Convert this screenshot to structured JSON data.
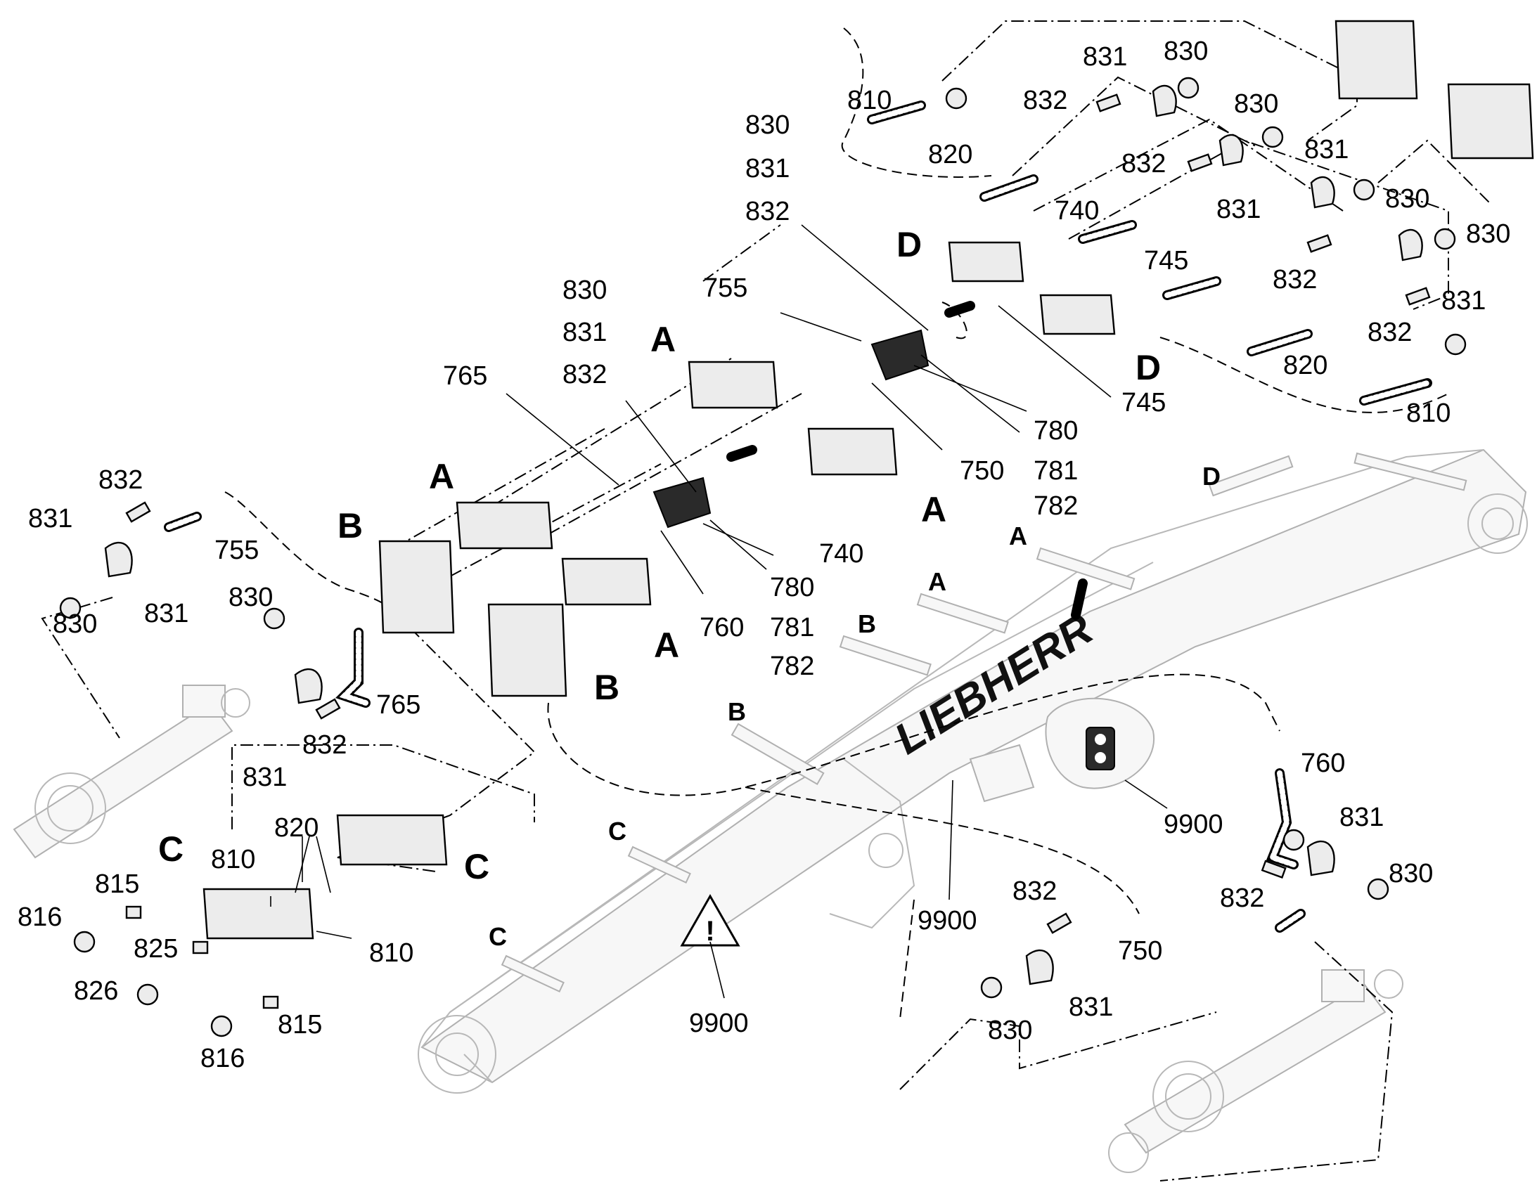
{
  "brand": "LIEBHERR",
  "sections": {
    "a": "A",
    "b": "B",
    "c": "C",
    "d": "D"
  },
  "numbers": {
    "n740": "740",
    "n745": "745",
    "n750": "750",
    "n755": "755",
    "n760": "760",
    "n765": "765",
    "n780": "780",
    "n781": "781",
    "n782": "782",
    "n810": "810",
    "n815": "815",
    "n816": "816",
    "n820": "820",
    "n825": "825",
    "n826": "826",
    "n830": "830",
    "n831": "831",
    "n832": "832",
    "n9900": "9900"
  },
  "warning_symbol": "!"
}
